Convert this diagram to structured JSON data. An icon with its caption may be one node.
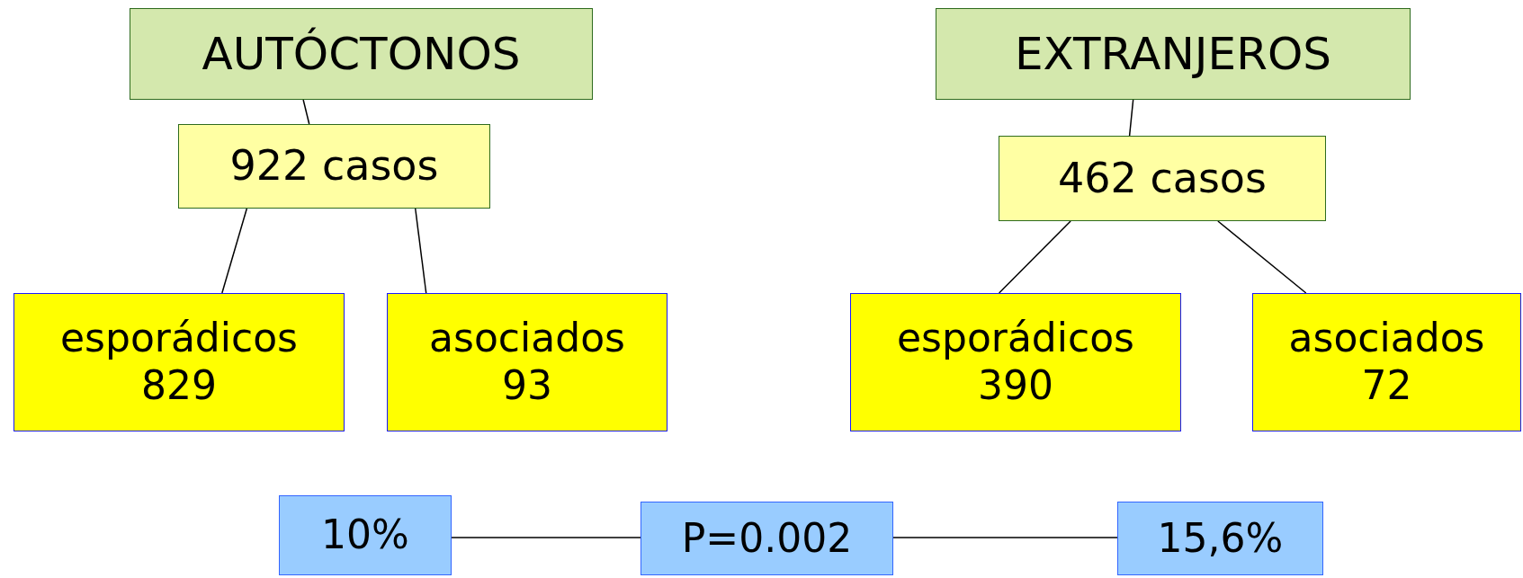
{
  "diagram": {
    "nodes": [
      {
        "text": [
          "AUTÓCTONOS"
        ]
      },
      {
        "text": [
          "922 casos"
        ]
      },
      {
        "text": [
          "esporádicos",
          "829"
        ]
      },
      {
        "text": [
          "asociados",
          "93"
        ]
      },
      {
        "text": [
          "EXTRANJEROS"
        ]
      },
      {
        "text": [
          "462 casos"
        ]
      },
      {
        "text": [
          "esporádicos",
          "390"
        ]
      },
      {
        "text": [
          "asociados",
          "72"
        ]
      },
      {
        "text": [
          "10%"
        ]
      },
      {
        "text": [
          "P=0.002"
        ]
      },
      {
        "text": [
          "15,6%"
        ]
      }
    ],
    "edges": [
      {
        "from": 0,
        "to": 1,
        "arrow": "none"
      },
      {
        "from": 1,
        "to": 2,
        "arrow": "none"
      },
      {
        "from": 1,
        "to": 3,
        "arrow": "none"
      },
      {
        "from": 4,
        "to": 5,
        "arrow": "none"
      },
      {
        "from": 5,
        "to": 6,
        "arrow": "none"
      },
      {
        "from": 5,
        "to": 7,
        "arrow": "none"
      },
      {
        "from": 8,
        "to": 9,
        "arrow": "none"
      },
      {
        "from": 9,
        "to": 10,
        "arrow": "none"
      }
    ]
  }
}
